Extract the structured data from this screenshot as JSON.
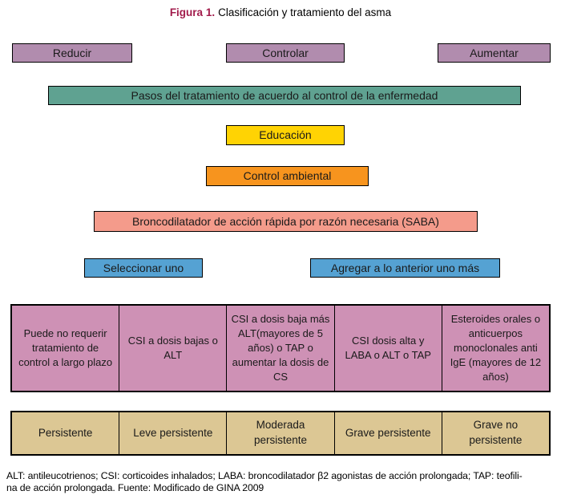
{
  "title": {
    "label": "Figura 1.",
    "text": "Clasificación y tratamiento del asma"
  },
  "colors": {
    "title_label": "#A21C4C",
    "purple_box": "#B18CAE",
    "teal_band": "#5FA291",
    "yellow_box": "#FFD303",
    "orange_box": "#F7941E",
    "salmon_band": "#F49B8B",
    "blue_box": "#55A2D3",
    "pink_table": "#CE91B5",
    "tan_table": "#DCC794",
    "border": "#000000"
  },
  "top_row": [
    {
      "label": "Reducir"
    },
    {
      "label": "Controlar"
    },
    {
      "label": "Aumentar"
    }
  ],
  "bands": {
    "steps": "Pasos del tratamiento de acuerdo al control de la enfermedad",
    "education": "Educación",
    "environment": "Control ambiental",
    "bronchodilator": "Broncodilatador de acción rápida por razón necesaria (SABA)"
  },
  "selectors": [
    {
      "label": "Seleccionar uno"
    },
    {
      "label": "Agregar a lo anterior uno más"
    }
  ],
  "treatment_row": [
    "Puede no requerir tratamiento de control a largo plazo",
    "CSI a dosis bajas o ALT",
    "CSI a dosis baja más ALT(mayores de 5 años) o TAP o aumentar la dosis de CS",
    "CSI dosis alta y LABA o ALT o TAP",
    "Esteroides orales o anticuerpos monoclonales anti IgE (mayores de 12 años)"
  ],
  "severity_row": [
    "Persistente",
    "Leve persistente",
    "Moderada persistente",
    "Grave persistente",
    "Grave no persistente"
  ],
  "footnote": [
    "ALT: antileucotrienos; CSI: corticoides inhalados; LABA: broncodilatador β2 agonistas de acción prolongada; TAP: teofili-",
    "na de acción prolongada. Fuente: Modificado de GINA 2009"
  ]
}
